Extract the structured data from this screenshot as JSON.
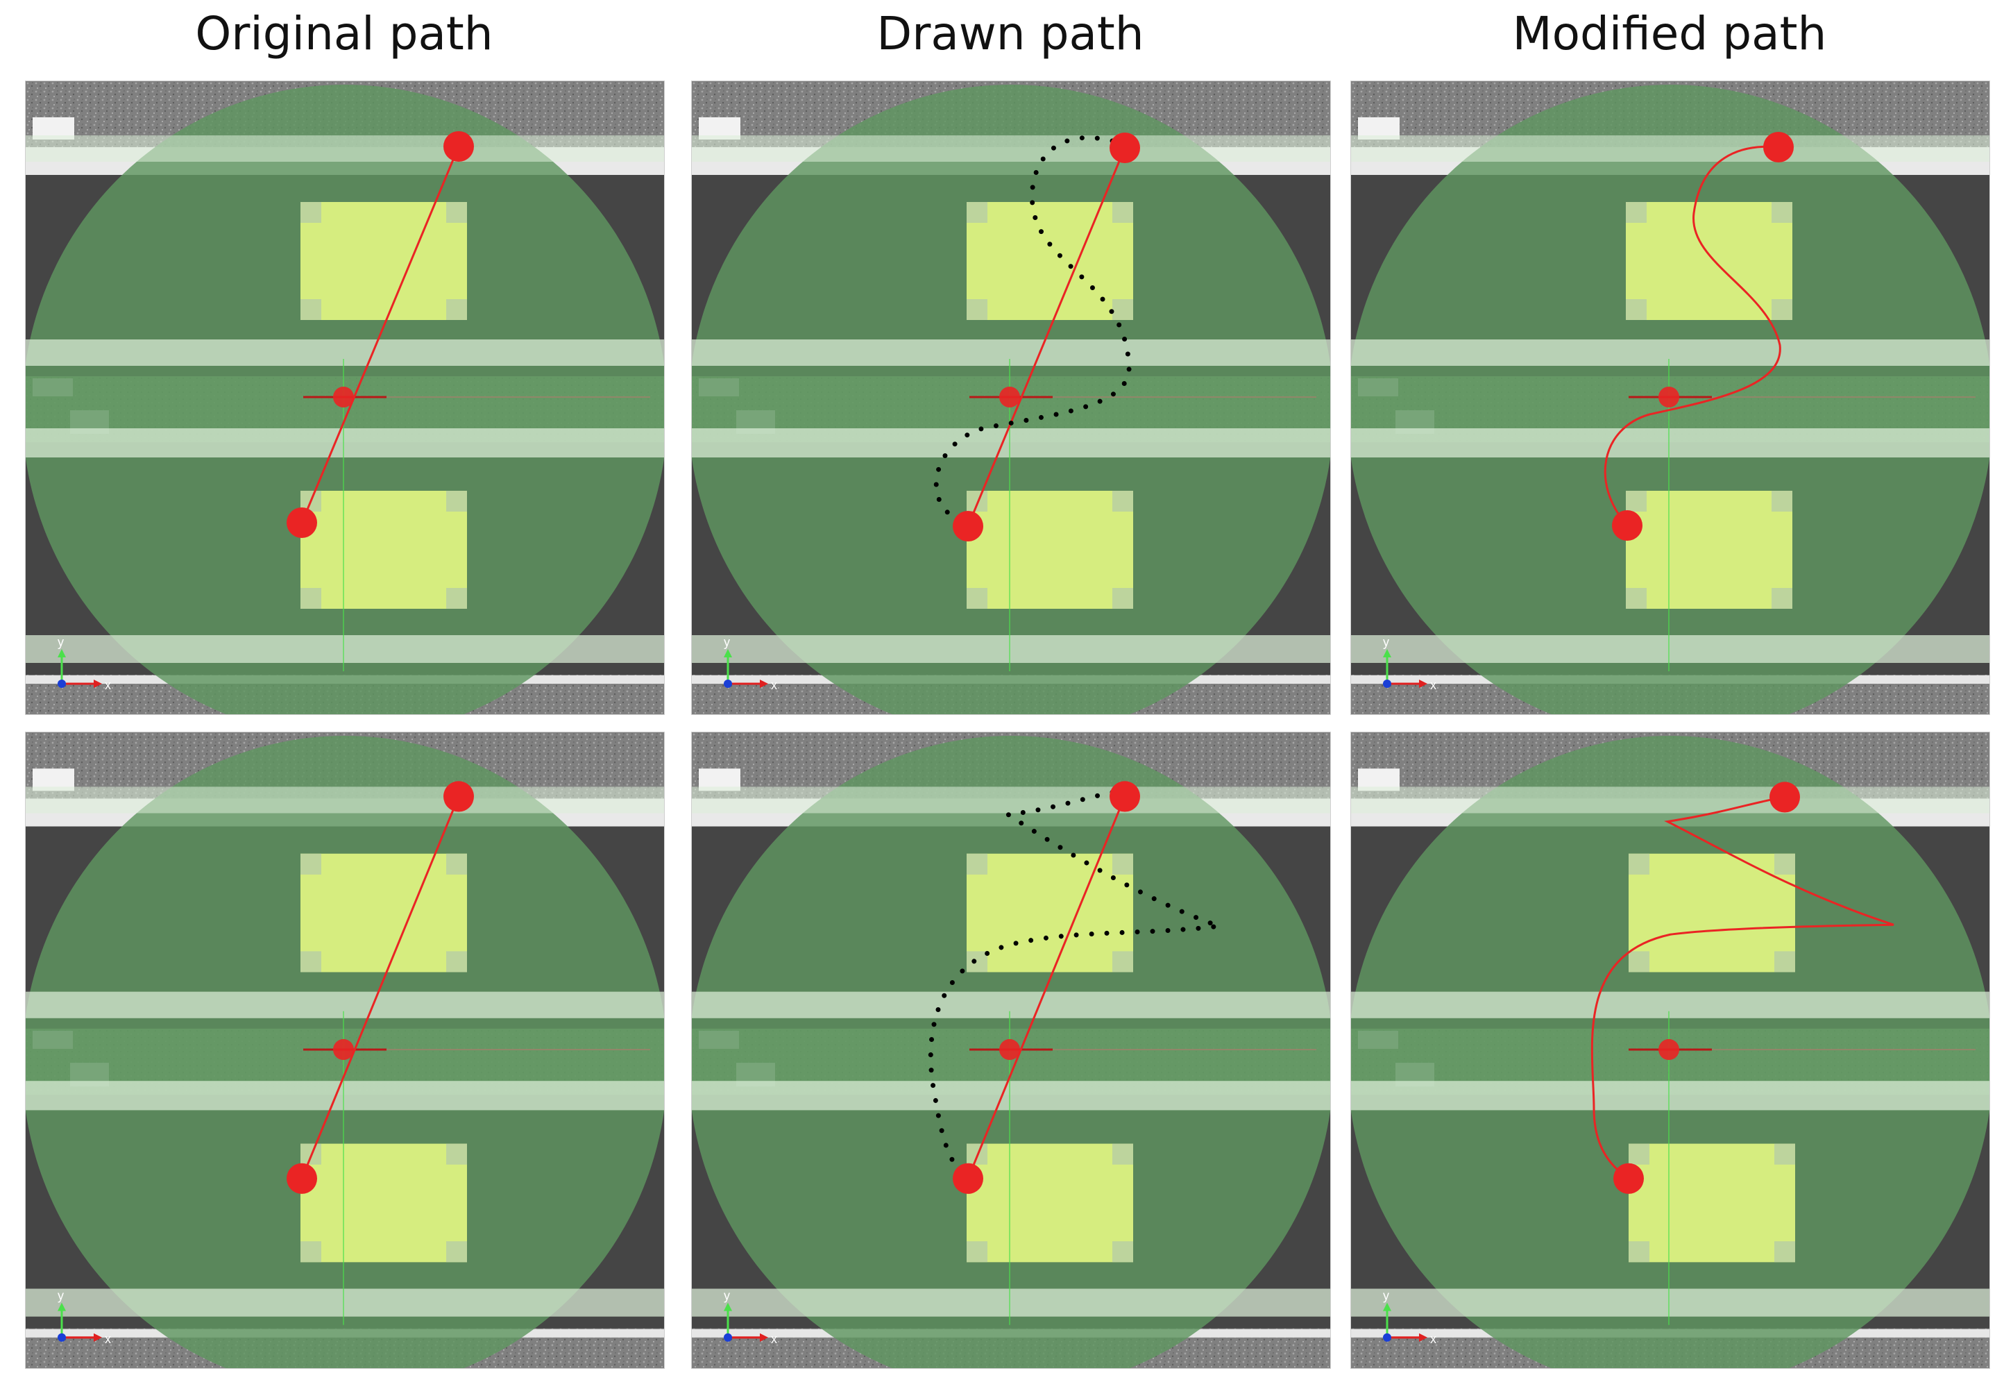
{
  "titles": [
    "Original path",
    "Drawn path",
    "Modified path"
  ],
  "colors": {
    "zone_green": "#5f9660",
    "target_yellow": "#d6ed7f",
    "asphalt": "#454545",
    "gravel": "#808080",
    "lane_band": "#dcefd8",
    "path_red": "#ea2424",
    "drawn_dots": "#000000",
    "axis_green": "#4be04b"
  },
  "axis_labels": {
    "x": "x",
    "y": "y"
  },
  "icons": [
    "start-marker-icon",
    "end-marker-icon",
    "crosshair-icon",
    "axis-triad-icon"
  ]
}
